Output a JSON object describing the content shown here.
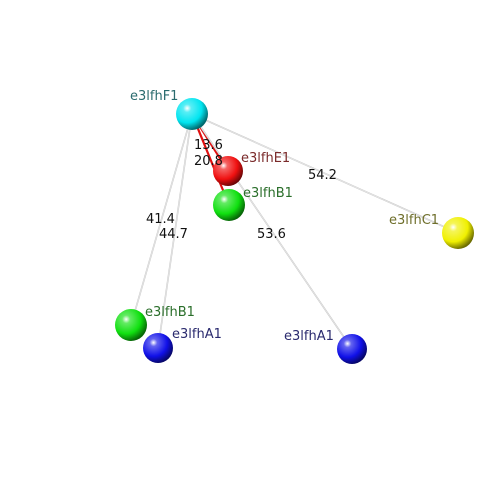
{
  "nodes": [
    {
      "id": "F1",
      "label": "e3lfhF1",
      "color": "#00e5f0",
      "label_color": "#2a6b6e"
    },
    {
      "id": "E1",
      "label": "e3lfhE1",
      "color": "#f01010",
      "label_color": "#7a2a2a"
    },
    {
      "id": "B1a",
      "label": "e3lfhB1",
      "color": "#10e010",
      "label_color": "#2a6e2a"
    },
    {
      "id": "C1",
      "label": "e3lfhC1",
      "color": "#f0f000",
      "label_color": "#6e6e2a"
    },
    {
      "id": "B1b",
      "label": "e3lfhB1",
      "color": "#10e010",
      "label_color": "#2a6e2a"
    },
    {
      "id": "A1a",
      "label": "e3lfhA1",
      "color": "#1010e8",
      "label_color": "#2a2a6e"
    },
    {
      "id": "A1b",
      "label": "e3lfhA1",
      "color": "#1010e8",
      "label_color": "#2a2a6e"
    }
  ],
  "edges": [
    {
      "from": "F1",
      "to": "E1",
      "label": "13.6",
      "color": "#e01010"
    },
    {
      "from": "F1",
      "to": "B1a",
      "label": "20.8",
      "color": "#e01010"
    },
    {
      "from": "F1",
      "to": "C1",
      "label": "54.2",
      "color": "#c8c8c8"
    },
    {
      "from": "F1",
      "to": "B1b",
      "label": "41.4",
      "color": "#c8c8c8"
    },
    {
      "from": "F1",
      "to": "A1a",
      "label": "44.7",
      "color": "#c8c8c8"
    },
    {
      "from": "F1",
      "to": "A1b",
      "label": "53.6",
      "color": "#c8c8c8"
    }
  ]
}
